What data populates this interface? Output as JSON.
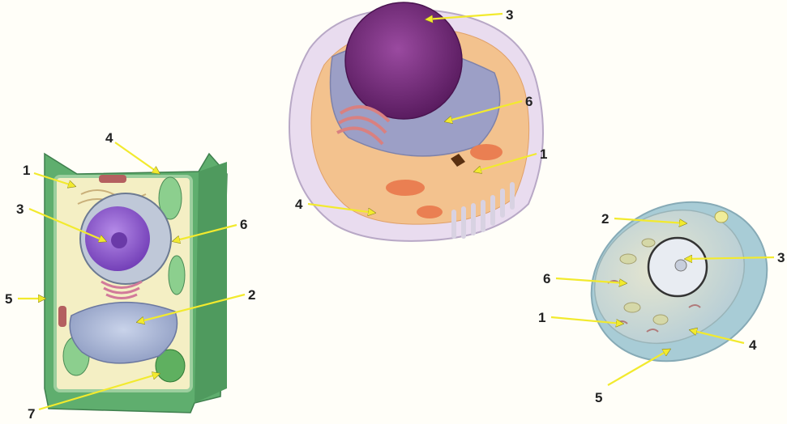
{
  "plant_cell": {
    "labels": [
      "1",
      "2",
      "3",
      "4",
      "5",
      "6",
      "7"
    ]
  },
  "animal_cell": {
    "labels": [
      "1",
      "3",
      "4",
      "6"
    ]
  },
  "third_cell": {
    "labels": [
      "1",
      "2",
      "3",
      "4",
      "5",
      "6"
    ]
  },
  "colors": {
    "arrow": "#f2ea2e",
    "plant_wall": "#5fae6e",
    "nucleus_animal": "#7b2a7d",
    "nucleus_plant": "#8f5bd0"
  }
}
